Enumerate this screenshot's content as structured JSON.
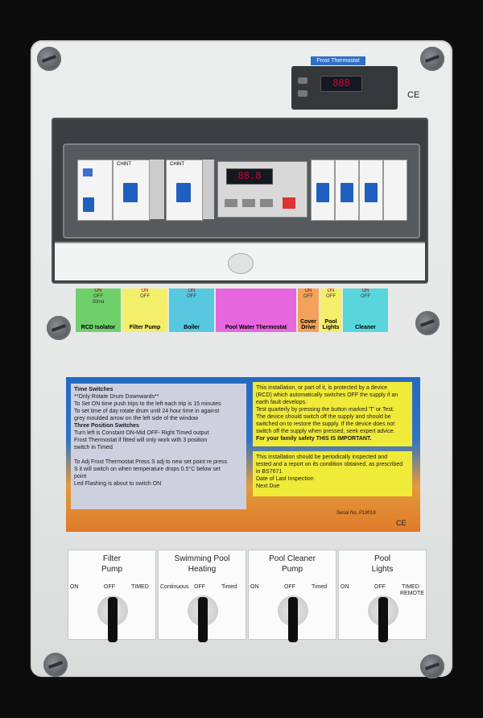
{
  "frost_thermostat": {
    "tag": "Frost Thermostat",
    "display": "888",
    "ce_mark": "CE"
  },
  "breakers": {
    "brand": "CHiNT",
    "controller_display": "88.8"
  },
  "labels": [
    {
      "title": "RCD Isolator",
      "lines": [
        "ON",
        "OFF",
        "30ma"
      ],
      "color": "#6fcf6a"
    },
    {
      "title": "Filter Pump",
      "lines": [
        "ON",
        "OFF"
      ],
      "color": "#f4ef6a"
    },
    {
      "title": "Boiler",
      "lines": [
        "ON",
        "OFF"
      ],
      "color": "#58c7e0"
    },
    {
      "title": "Pool Water Thermostat",
      "lines": [],
      "color": "#e667dd"
    },
    {
      "title": "Cover Drive",
      "lines": [
        "ON",
        "OFF"
      ],
      "color": "#f2a25a"
    },
    {
      "title": "Pool Lights",
      "lines": [
        "ON",
        "OFF"
      ],
      "color": "#f4ef6a"
    },
    {
      "title": "Cleaner",
      "lines": [
        "ON",
        "OFF"
      ],
      "color": "#58d6dc"
    }
  ],
  "instructions": {
    "left_lines": [
      "Time Switches",
      "**Only Rotate Drum Downwards**",
      "To Set ON time push trips to the left each trip is 15 minutes",
      "To set time of day rotate drum until 24 hour time in against",
      "grey moulded arrow on the left side of the window",
      "Three Position Switches",
      "Turn left is Constant ON-Mid OFF- Right Timed output",
      "Frost Thermostat if fitted will only work with 3 position",
      "switch in Timed",
      "",
      "To Adj Frost Thermostat Press S adj to new set point re press",
      "S it will switch on when temperature drops 0.5°C below set",
      "point",
      "Led Flashing is about to switch ON"
    ],
    "rcd_lines": [
      "This installation, or part of it, is protected by a device",
      "(RCD) which automatically switches OFF the supply if an",
      "earth fault develops.",
      "Test quarterly by pressing the button marked 'T' or Test.",
      "The device should switch off the supply and should be",
      "switched on to restore the supply. If the device does not",
      "switch off the supply when pressed, seek expert advice.",
      "For your family safety THIS IS IMPORTANT."
    ],
    "inspect_lines": [
      "This installation should be periodically inspected and",
      "tested and a report on its condition obtained, as prescribed",
      "in BS7671",
      "Date of Last Inspection",
      "Next Due"
    ],
    "serial": "Serial No. P19018",
    "ce": "CE"
  },
  "switches": [
    {
      "title_line1": "Filter",
      "title_line2": "Pump",
      "left": "ON",
      "mid": "OFF",
      "right": "TIMED",
      "right2": ""
    },
    {
      "title_line1": "Swimming Pool",
      "title_line2": "Heating",
      "left": "Continuous",
      "mid": "OFF",
      "right": "Timed",
      "right2": ""
    },
    {
      "title_line1": "Pool Cleaner",
      "title_line2": "Pump",
      "left": "ON",
      "mid": "OFF",
      "right": "Timed",
      "right2": ""
    },
    {
      "title_line1": "Pool",
      "title_line2": "Lights",
      "left": "ON",
      "mid": "OFF",
      "right": "TIMED",
      "right2": "REMOTE"
    }
  ]
}
